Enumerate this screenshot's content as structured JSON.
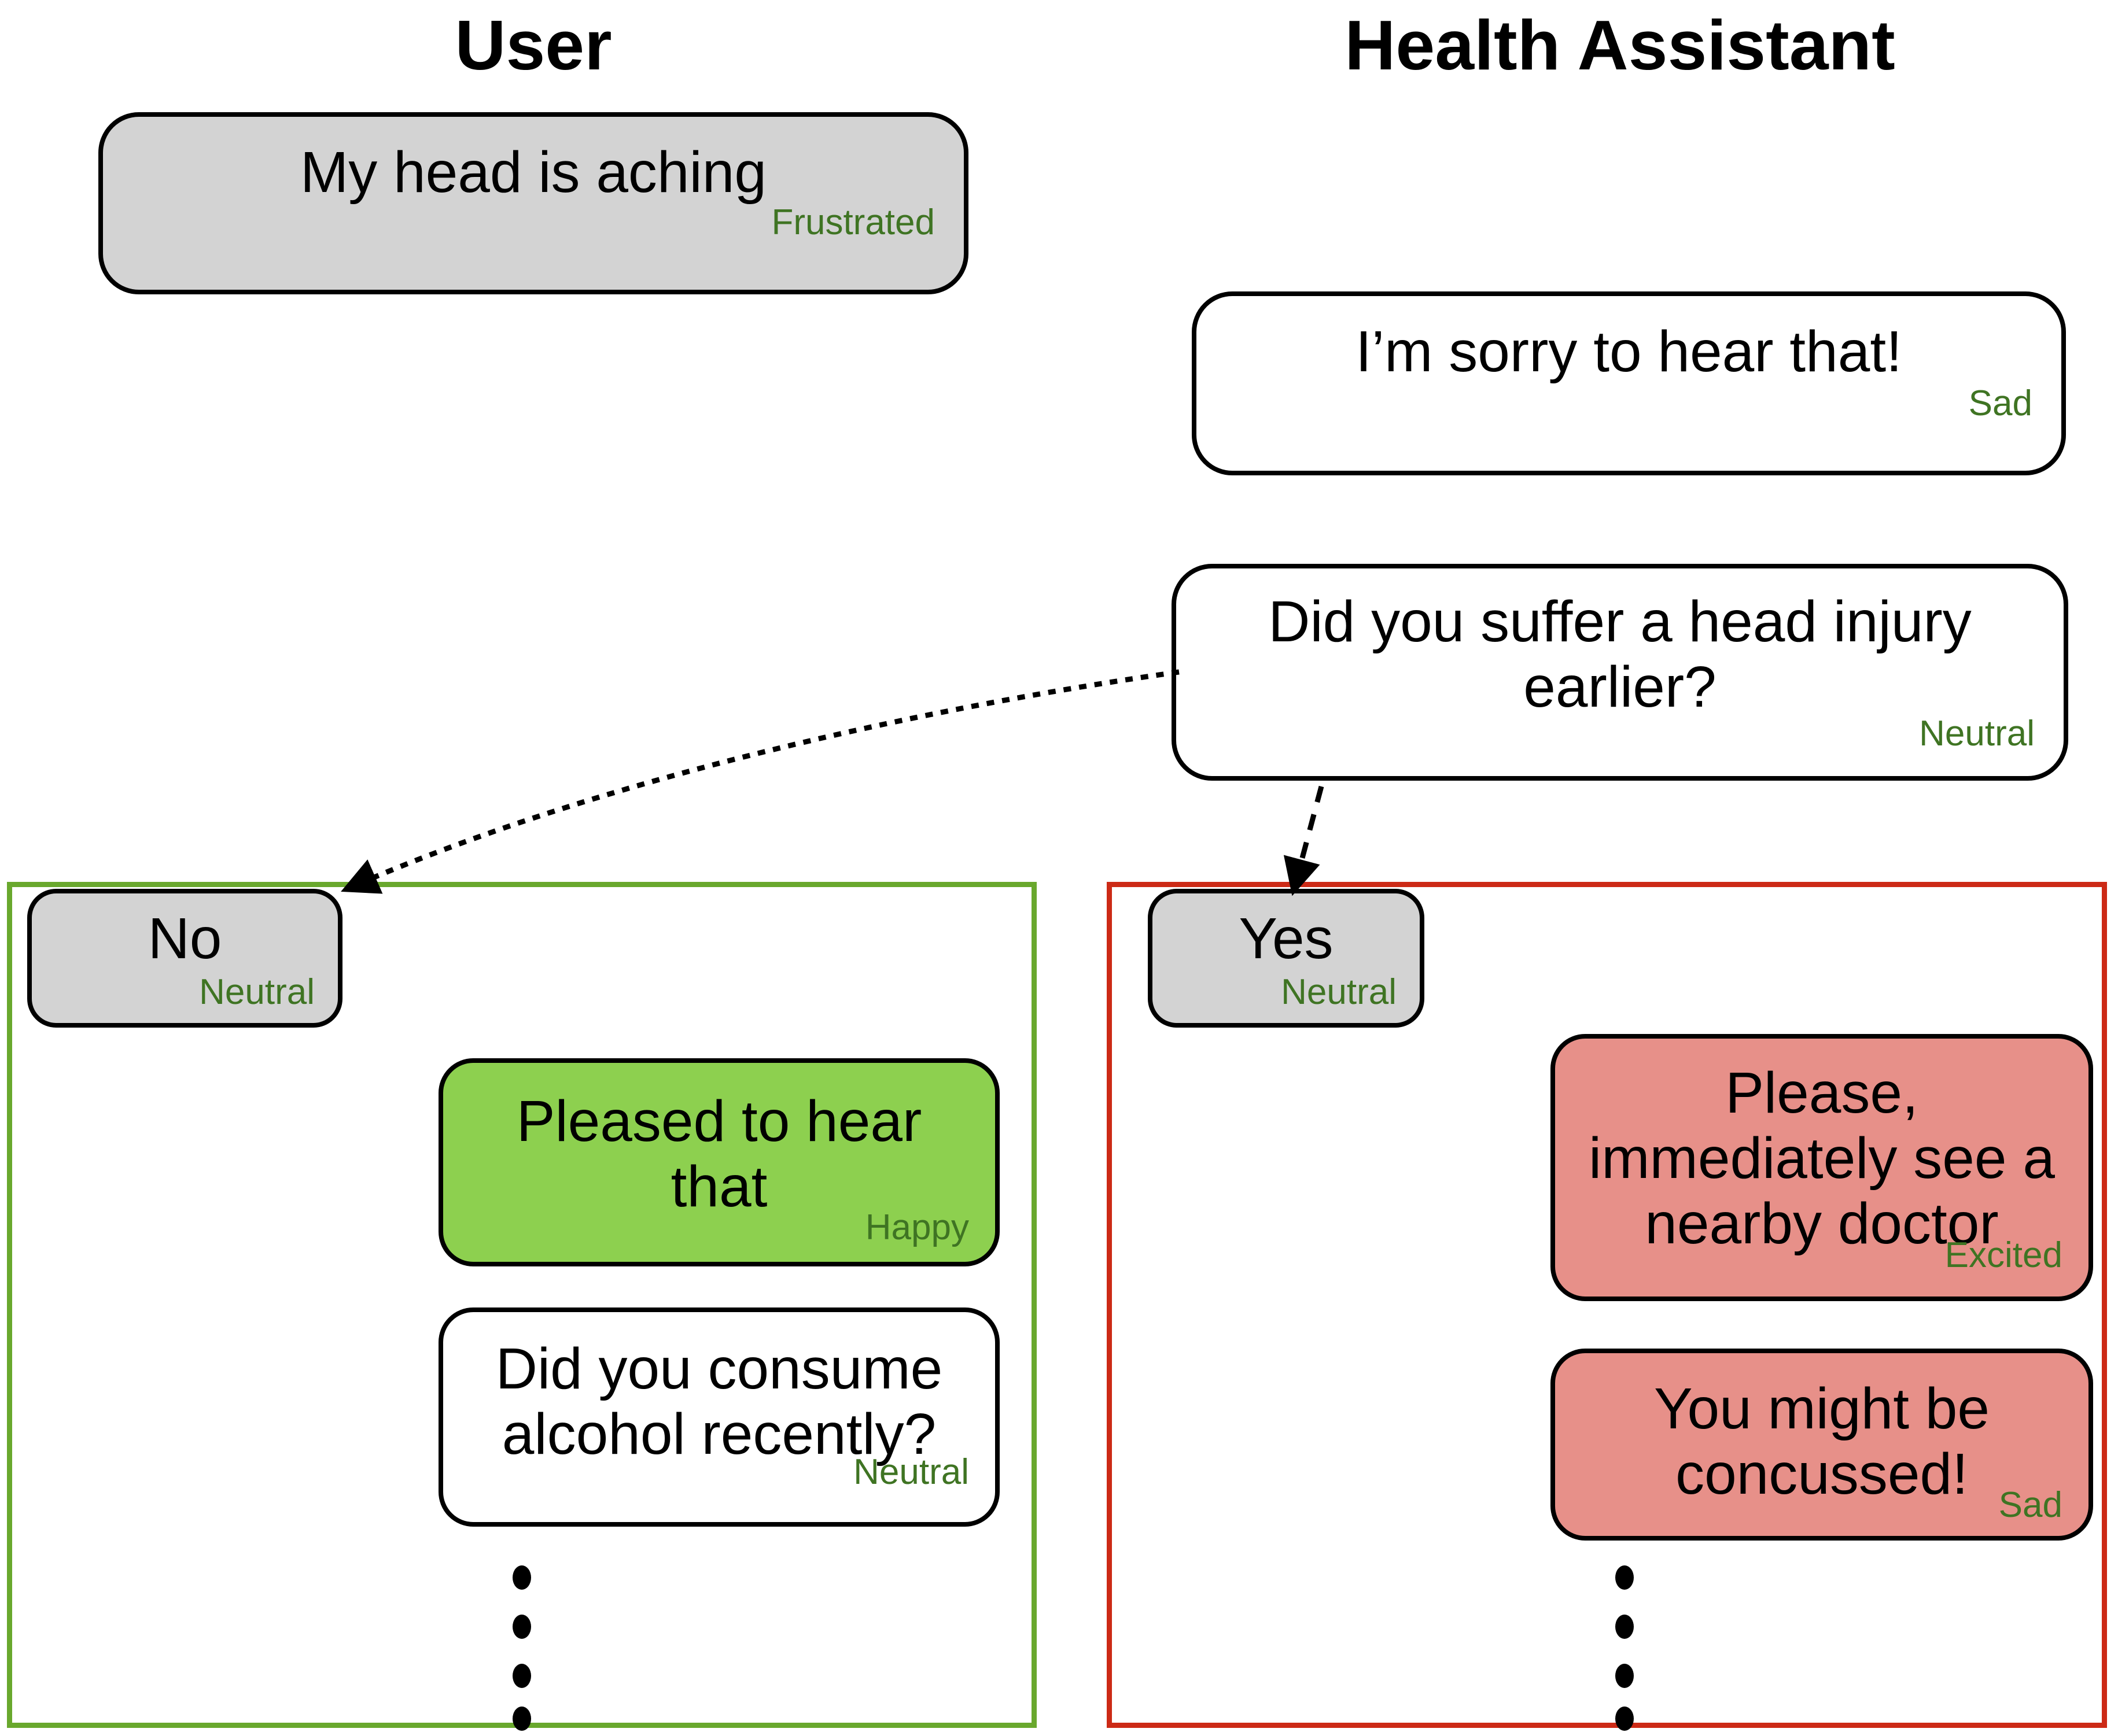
{
  "headers": {
    "user": "User",
    "assistant": "Health Assistant"
  },
  "conversation": {
    "user_msg1": {
      "text": "My head is aching",
      "emotion": "Frustrated"
    },
    "assistant_msg1": {
      "text": "I’m sorry to hear that!",
      "emotion": "Sad"
    },
    "assistant_msg2": {
      "text": "Did you suffer a head injury earlier?",
      "emotion": "Neutral"
    }
  },
  "no_branch": {
    "user_answer": {
      "text": "No",
      "emotion": "Neutral"
    },
    "assistant_reply": {
      "text": "Pleased to hear that",
      "emotion": "Happy"
    },
    "assistant_followup": {
      "text": "Did you consume alcohol recently?",
      "emotion": "Neutral"
    }
  },
  "yes_branch": {
    "user_answer": {
      "text": "Yes",
      "emotion": "Neutral"
    },
    "assistant_reply": {
      "text": "Please, immediately see a nearby doctor",
      "emotion": "Excited"
    },
    "assistant_followup": {
      "text": "You might be concussed!",
      "emotion": "Sad"
    }
  },
  "colors": {
    "emotion_label": "#3f7423",
    "bubble_gray": "#d3d3d3",
    "bubble_green": "#8dd04f",
    "bubble_salmon": "#e79089",
    "no_box_border": "#69a82d",
    "yes_box_border": "#cc2a16",
    "arrow": "#000000"
  }
}
